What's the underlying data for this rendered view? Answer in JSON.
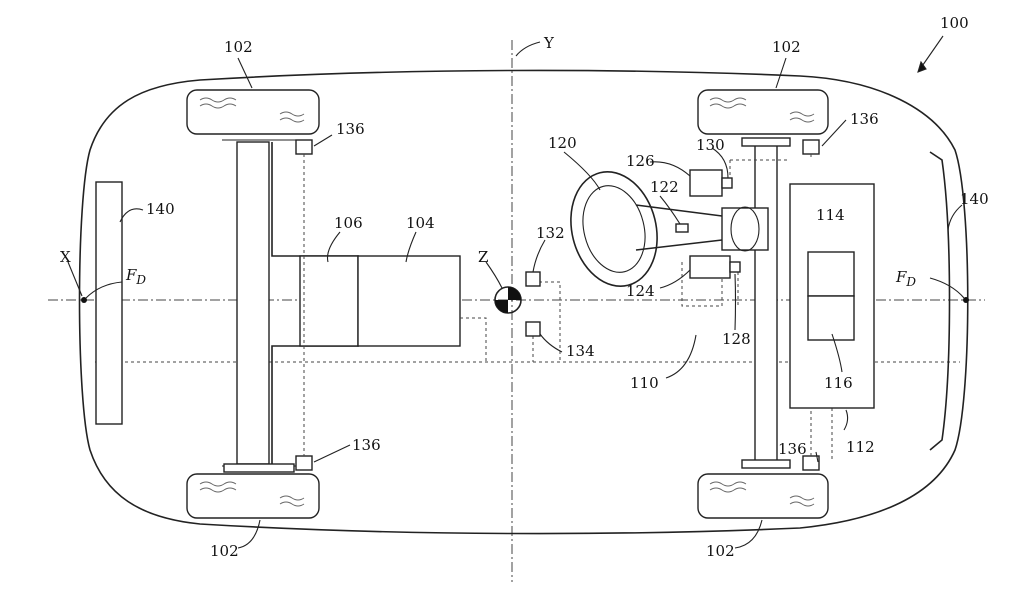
{
  "labels": {
    "vehicle": "100",
    "wheel": "102",
    "engine": "104",
    "transmission": "106",
    "steering_system": "110",
    "battery_assembly": "112",
    "battery_upper": "114",
    "battery_lower": "116",
    "steering_wheel": "120",
    "torque_sensor": "122",
    "motor": "124",
    "steering_sensor": "126",
    "controller": "128",
    "control_unit": "130",
    "sensor_132": "132",
    "sensor_134": "134",
    "wheel_sensor": "136",
    "bumper": "140",
    "axis_x": "X",
    "axis_y": "Y",
    "axis_z": "Z",
    "force_main": "F",
    "force_sub": "D"
  }
}
